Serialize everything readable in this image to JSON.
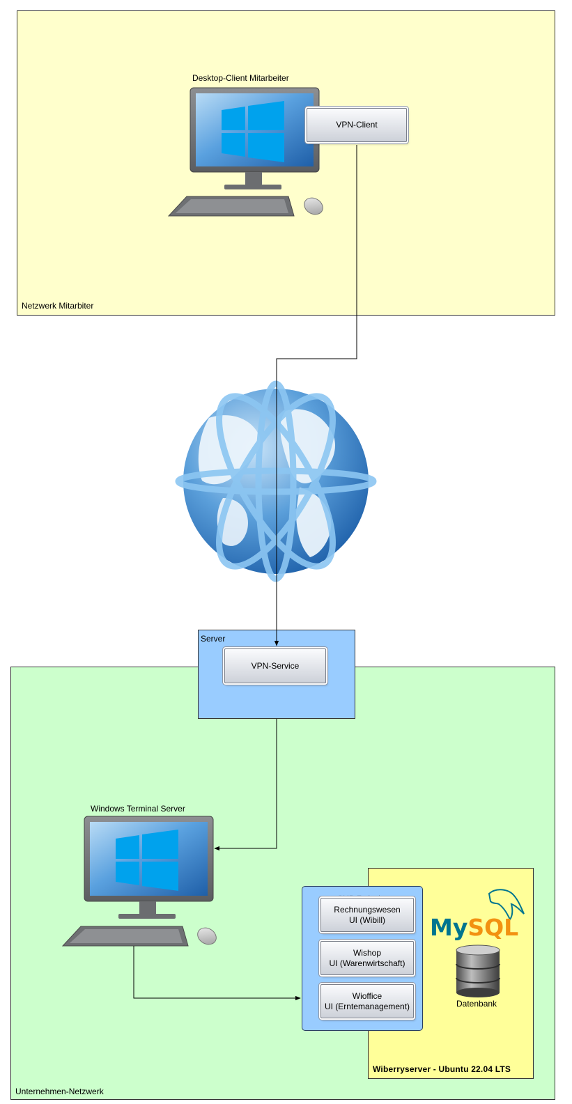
{
  "zones": {
    "employee_network": {
      "label": "Netzwerk Mitarbiter"
    },
    "company_network": {
      "label": "Unternehmen-Netzwerk"
    },
    "server": {
      "label": "Server"
    },
    "wiberryserver": {
      "label": "Wiberryserver - Ubuntu 22.04 LTS"
    },
    "smb": {
      "label": "SMB-Freigabe"
    }
  },
  "nodes": {
    "desktop_client": {
      "label": "Desktop-Client Mitarbeiter"
    },
    "vpn_client": {
      "label": "VPN-Client"
    },
    "vpn_service": {
      "label": "VPN-Service"
    },
    "terminal_server": {
      "label": "Windows Terminal Server"
    },
    "rechnungswesen": {
      "line1": "Rechnungswesen",
      "line2": "UI (Wibill)"
    },
    "wishop": {
      "line1": "Wishop",
      "line2": "UI (Warenwirtschaft)"
    },
    "wioffice": {
      "line1": "Wioffice",
      "line2": "UI (Erntemanagement)"
    },
    "database": {
      "label": "Datenbank"
    },
    "mysql_logo": {
      "text": "MySQL"
    }
  },
  "colors": {
    "employee_zone": "#ffffcc",
    "company_zone": "#ccffcc",
    "server_zone": "#99ccff",
    "wiberry_zone": "#ffff99",
    "smb_zone": "#99ccff",
    "mysql_blue": "#00758f",
    "mysql_orange": "#f29111"
  },
  "icons": {
    "monitor": "monitor-icon",
    "keyboard": "keyboard-icon",
    "mouse": "mouse-icon",
    "globe": "globe-icon",
    "database": "database-icon"
  }
}
